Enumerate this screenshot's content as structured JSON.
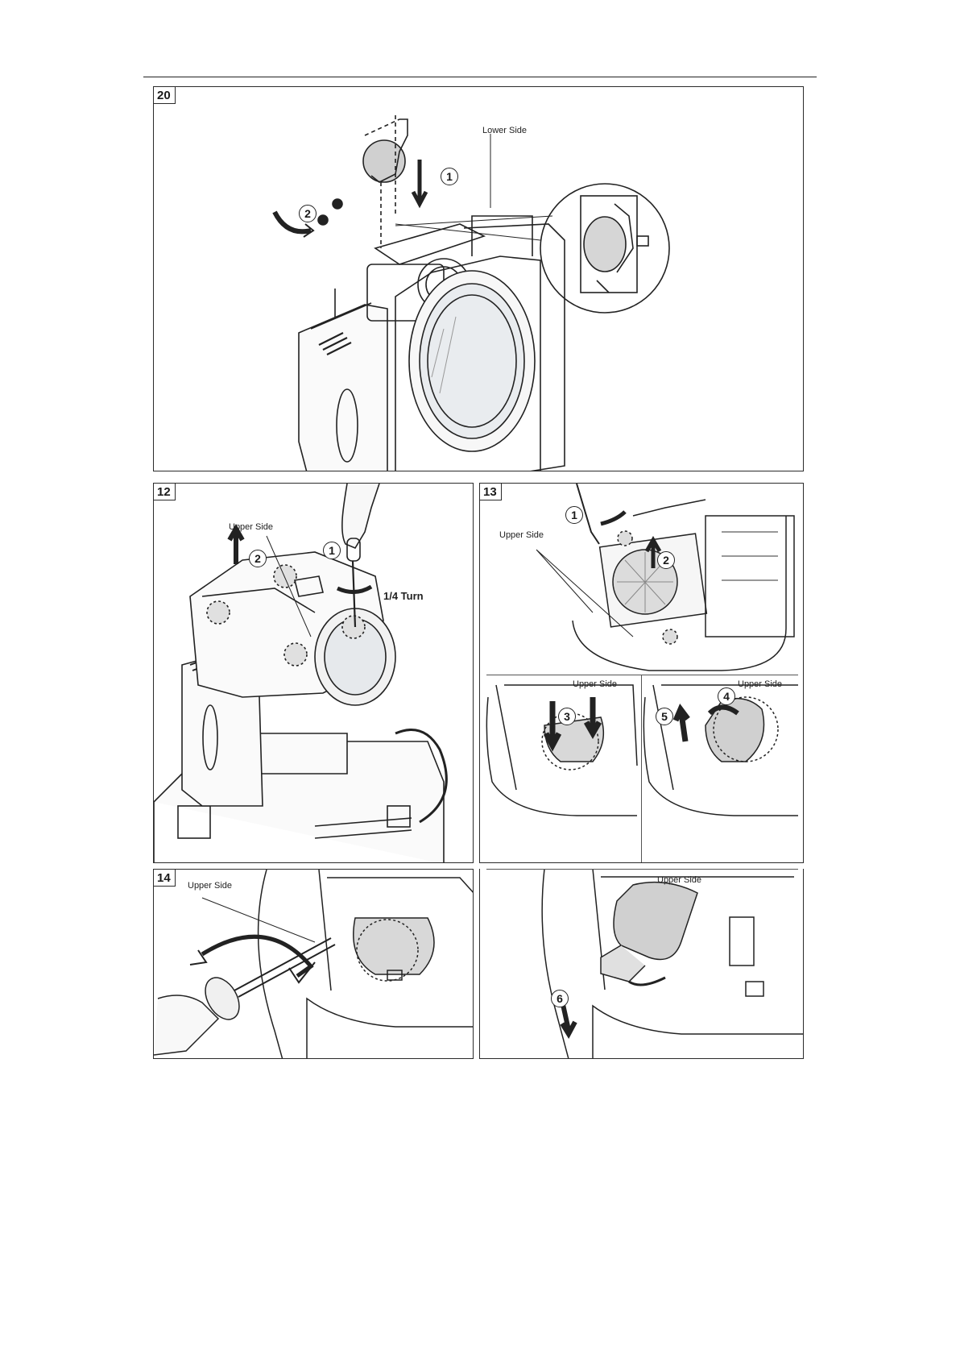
{
  "figure20": {
    "number": "20",
    "lower_side": "Lower Side",
    "steps": [
      "1",
      "2"
    ]
  },
  "figure12": {
    "number": "12",
    "upper_side": "Upper Side",
    "turn": "1/4 Turn",
    "steps": [
      "1",
      "2"
    ]
  },
  "figure13": {
    "number": "13",
    "upper_side_a": "Upper Side",
    "upper_side_b": "Upper Side",
    "upper_side_c": "Upper Side",
    "steps": [
      "1",
      "2",
      "3",
      "4",
      "5"
    ]
  },
  "figure14": {
    "number": "14",
    "upper_side_a": "Upper Side",
    "upper_side_b": "Upper Side",
    "steps": [
      "6"
    ]
  }
}
